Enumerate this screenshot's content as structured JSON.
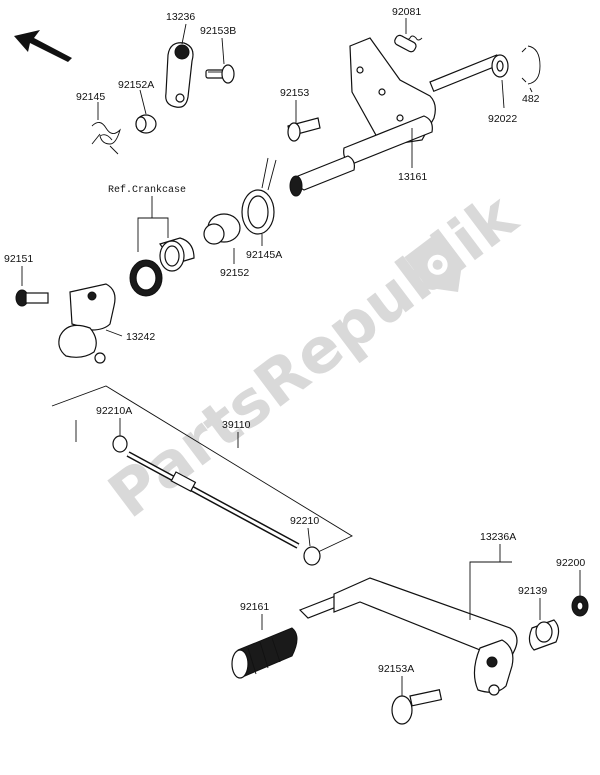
{
  "watermark": {
    "text": "PartsRepublik",
    "color": "#d9d9d9"
  },
  "callouts": {
    "p13236": "13236",
    "p92153B": "92153B",
    "p92081": "92081",
    "p92152A": "92152A",
    "p92145": "92145",
    "p92153": "92153",
    "p92022": "92022",
    "p482": "482",
    "p13161": "13161",
    "ref_crankcase": "Ref.Crankcase",
    "p92151": "92151",
    "p92152": "92152",
    "p92145A": "92145A",
    "p13242": "13242",
    "p92210A": "92210A",
    "p39110": "39110",
    "p92210": "92210",
    "p13236A": "13236A",
    "p92200": "92200",
    "p92139": "92139",
    "p92161": "92161",
    "p92153A": "92153A"
  },
  "icons": {
    "direction": "front-direction-arrow-icon",
    "watermark_logo": "gear-icon"
  }
}
